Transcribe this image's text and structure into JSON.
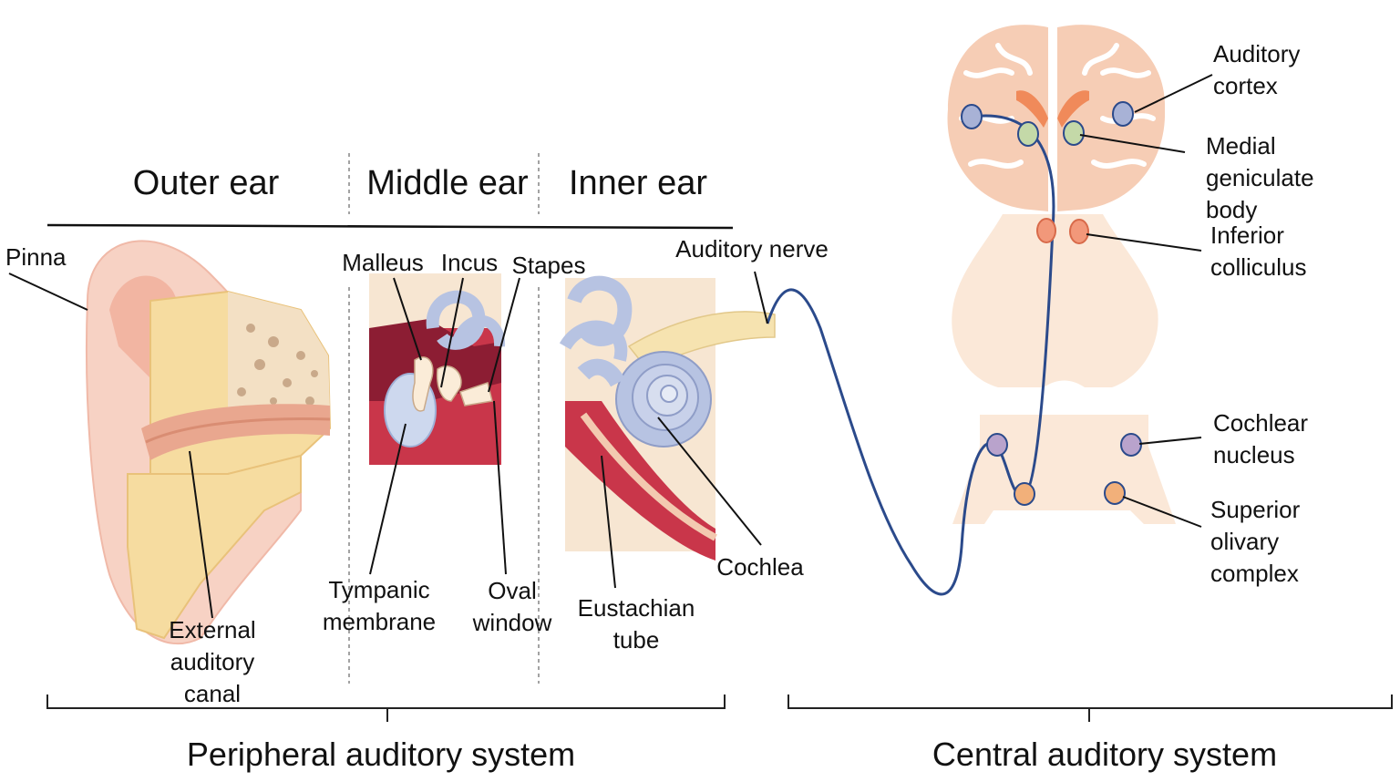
{
  "sections": {
    "outer_ear": "Outer ear",
    "middle_ear": "Middle ear",
    "inner_ear": "Inner ear"
  },
  "systems": {
    "peripheral": "Peripheral auditory system",
    "central": "Central auditory system"
  },
  "labels": {
    "pinna": "Pinna",
    "external_canal": [
      "External",
      "auditory",
      "canal"
    ],
    "malleus": "Malleus",
    "incus": "Incus",
    "stapes": "Stapes",
    "tympanic": [
      "Tympanic",
      "membrane"
    ],
    "oval_window": [
      "Oval",
      "window"
    ],
    "auditory_nerve": "Auditory nerve",
    "cochlea": "Cochlea",
    "eustachian": [
      "Eustachian",
      "tube"
    ],
    "auditory_cortex": [
      "Auditory",
      "cortex"
    ],
    "medial_geniculate": [
      "Medial",
      "geniculate",
      "body"
    ],
    "inferior_colliculus": [
      "Inferior",
      "colliculus"
    ],
    "cochlear_nucleus": [
      "Cochlear",
      "nucleus"
    ],
    "superior_olivary": [
      "Superior",
      "olivary",
      "complex"
    ]
  },
  "colors": {
    "pathway": "#2b4a8b",
    "cortex_node": "#a8b2d6",
    "geniculate_node": "#c4d9a8",
    "colliculus_node": "#f2987a",
    "cochlear_node": "#b9a3cc",
    "olivary_node": "#f2b07a",
    "skin": "#f7d2c4",
    "bone": "#f6dca0",
    "inner_ear": "#b7c3e2"
  }
}
